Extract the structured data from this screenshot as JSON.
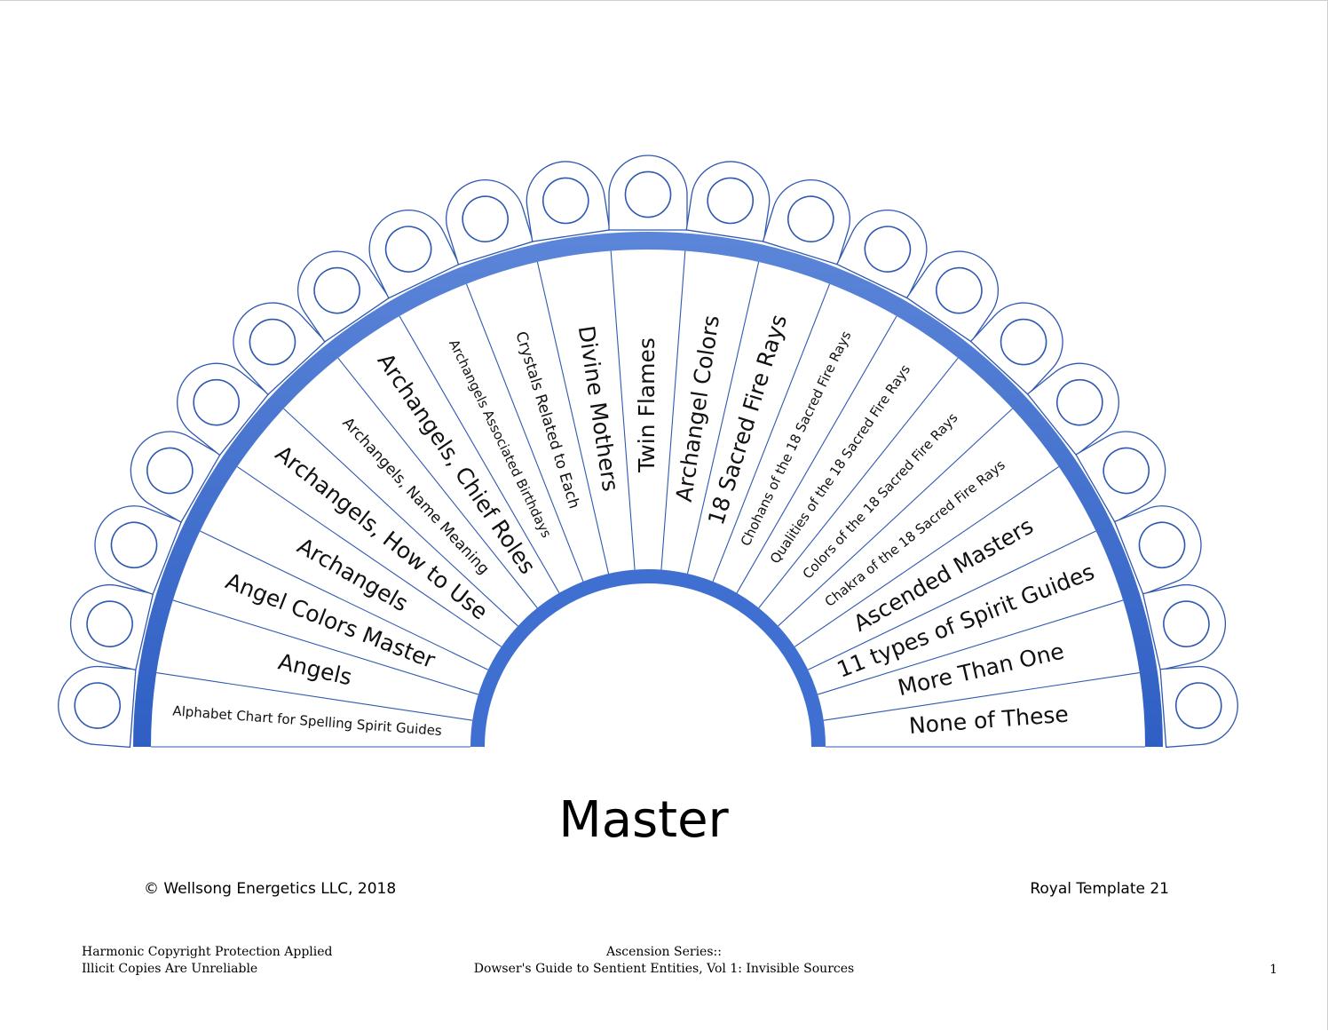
{
  "chart_data": {
    "type": "pendulum-chart",
    "title": "Master",
    "segments": [
      "Alphabet Chart for Spelling Spirit Guides",
      "Angels",
      "Angel Colors Master",
      "Archangels",
      "Archangels, How to Use",
      "Archangels, Name Meaning",
      "Archangels, Chief Roles",
      "Archangels Associated Birthdays",
      "Crystals Related to Each",
      "Divine Mothers",
      "Twin Flames",
      "Archangel Colors",
      "18 Sacred Fire Rays",
      "Chohans of the 18 Sacred Fire Rays",
      "Qualities of the 18 Sacred Fire Rays",
      "Colors of the 18 Sacred Fire Rays",
      "Chakra of the 18 Sacred Fire Rays",
      "Ascended Masters",
      "11 types of Spirit Guides",
      "More Than One",
      "None of These"
    ]
  },
  "footer": {
    "copyright": "© Wellsong Energetics LLC, 2018",
    "template_id": "Royal Template 21",
    "left_line1": "Harmonic Copyright Protection Applied",
    "left_line2": "Illicit Copies Are Unreliable",
    "center_line1": "Ascension Series::",
    "center_line2": "Dowser's Guide to Sentient Entities, Vol 1: Invisible Sources",
    "page_number": "1"
  },
  "colors": {
    "arc": "#3f6fd0",
    "outline": "#2f58b0",
    "text": "#111111"
  }
}
